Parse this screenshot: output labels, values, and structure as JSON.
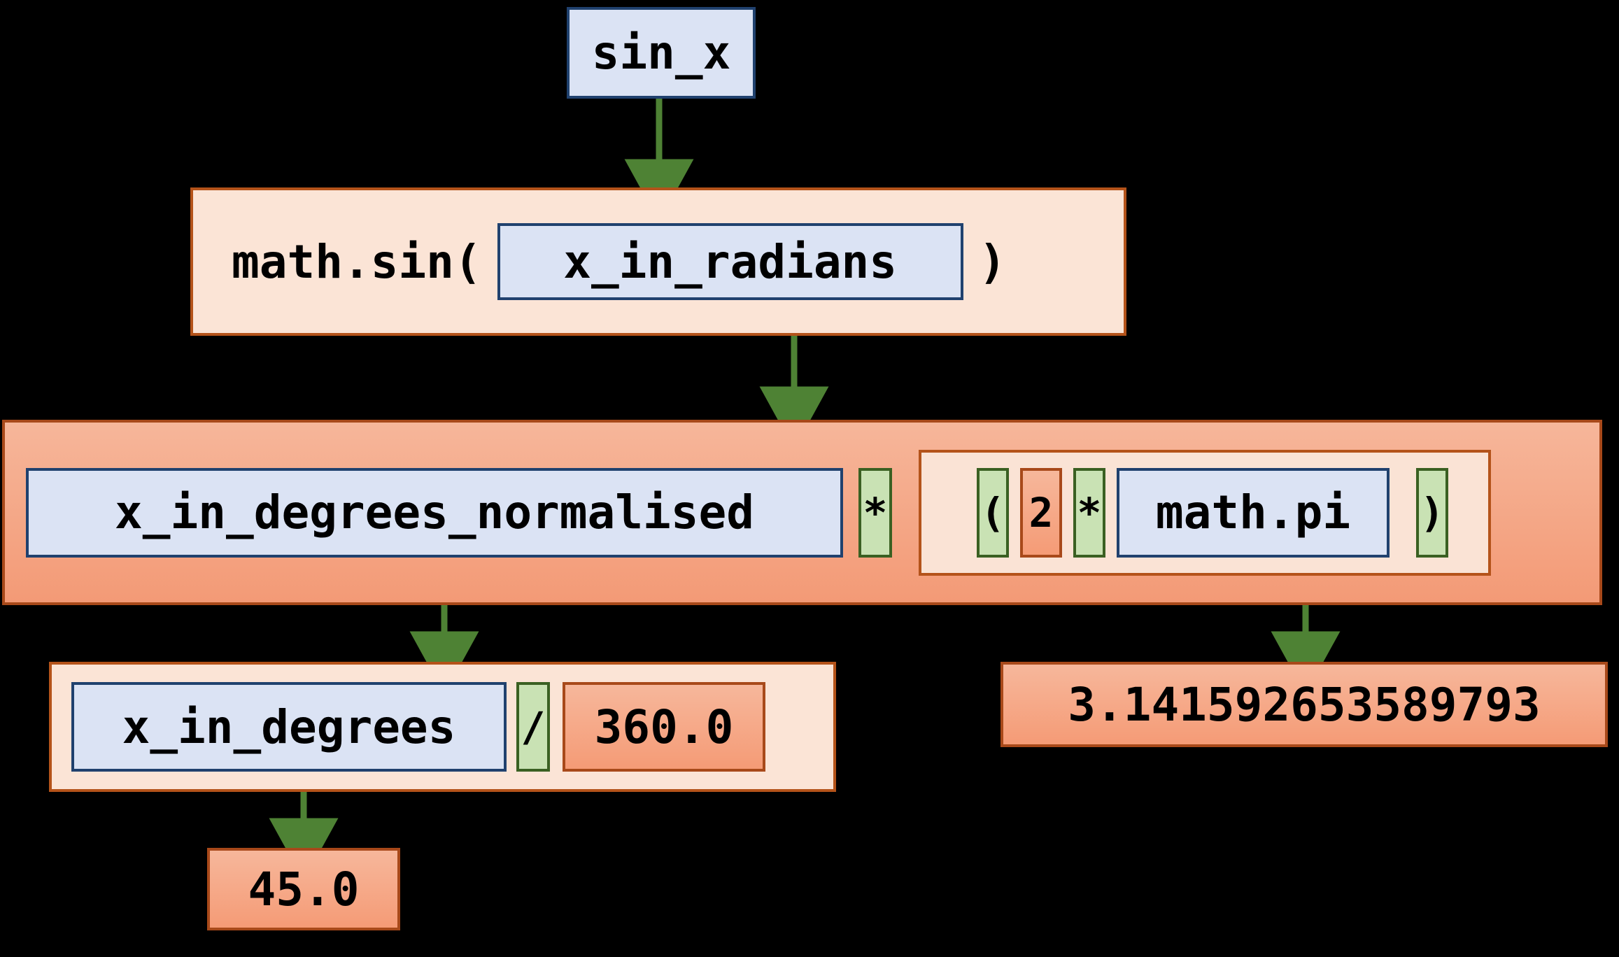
{
  "diagram": {
    "title": "sin_x expression expansion tree",
    "background": "#000000",
    "colors": {
      "variable_fill": "#dbe3f4",
      "variable_border": "#20416e",
      "operator_fill": "#c9e2b4",
      "operator_border": "#3a6022",
      "literal_fill": "#f5a582",
      "literal_border": "#a8491a",
      "expression_fill": "#fbe4d6",
      "expression_border": "#b4531a",
      "arrow": "#4e8234"
    }
  },
  "nodes": {
    "sin_x": {
      "label": "sin_x",
      "kind": "variable"
    },
    "math_sin_call": {
      "prefix": "math.sin(",
      "suffix": ")",
      "argument": "x_in_radians",
      "kind": "expression"
    },
    "normalise_expr": {
      "variable": "x_in_degrees_normalised",
      "operator": "*",
      "group": {
        "paren_open": "(",
        "literal": "2",
        "operator": "*",
        "variable": "math.pi",
        "paren_close": ")"
      },
      "kind": "expression"
    },
    "degrees_div_expr": {
      "variable": "x_in_degrees",
      "operator": "/",
      "literal": "360.0",
      "kind": "expression"
    },
    "pi_value": {
      "label": "3.141592653589793",
      "kind": "literal"
    },
    "degrees_value": {
      "label": "45.0",
      "kind": "literal"
    }
  },
  "edges": [
    {
      "from": "sin_x",
      "to": "math_sin_call"
    },
    {
      "from": "x_in_radians",
      "to": "normalise_expr"
    },
    {
      "from": "x_in_degrees_normalised",
      "to": "degrees_div_expr"
    },
    {
      "from": "math.pi",
      "to": "pi_value"
    },
    {
      "from": "x_in_degrees",
      "to": "degrees_value"
    }
  ]
}
